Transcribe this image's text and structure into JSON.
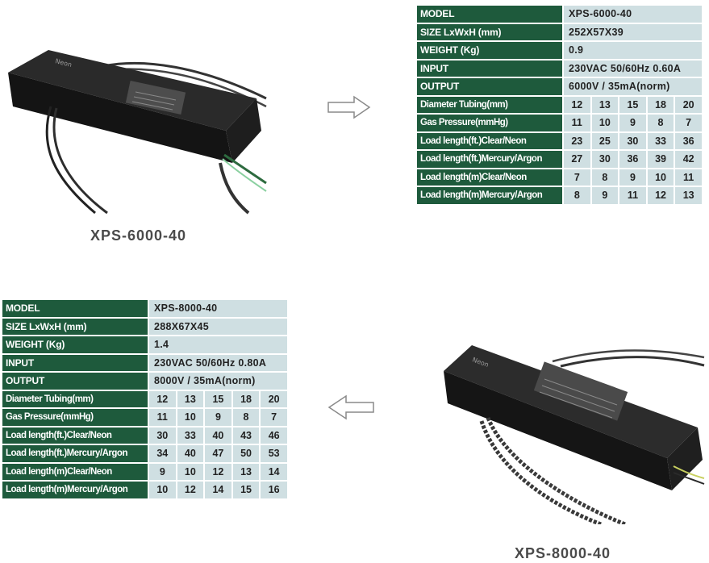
{
  "colors": {
    "label_bg": "#1e5a3c",
    "value_bg": "#cfdfe2",
    "caption": "#4a4a4a"
  },
  "products": [
    {
      "caption": "XPS-6000-40",
      "arrow_icon": "arrow-right-outline-icon",
      "specs": [
        {
          "label": "MODEL",
          "value": "XPS-6000-40"
        },
        {
          "label": "SIZE LxWxH (mm)",
          "value": "252X57X39"
        },
        {
          "label": "WEIGHT (Kg)",
          "value": "0.9"
        },
        {
          "label": "INPUT",
          "value": "230VAC 50/60Hz 0.60A"
        },
        {
          "label": "OUTPUT",
          "value": "6000V / 35mA(norm)"
        }
      ],
      "grid": [
        {
          "label": "Diameter Tubing(mm)",
          "values": [
            "12",
            "13",
            "15",
            "18",
            "20"
          ]
        },
        {
          "label": "Gas Pressure(mmHg)",
          "values": [
            "11",
            "10",
            "9",
            "8",
            "7"
          ]
        },
        {
          "label": "Load length(ft.)Clear/Neon",
          "values": [
            "23",
            "25",
            "30",
            "33",
            "36"
          ]
        },
        {
          "label": "Load length(ft.)Mercury/Argon",
          "values": [
            "27",
            "30",
            "36",
            "39",
            "42"
          ]
        },
        {
          "label": "Load length(m)Clear/Neon",
          "values": [
            "7",
            "8",
            "9",
            "10",
            "11"
          ]
        },
        {
          "label": "Load length(m)Mercury/Argon",
          "values": [
            "8",
            "9",
            "11",
            "12",
            "13"
          ]
        }
      ]
    },
    {
      "caption": "XPS-8000-40",
      "arrow_icon": "arrow-left-outline-icon",
      "specs": [
        {
          "label": "MODEL",
          "value": "XPS-8000-40"
        },
        {
          "label": "SIZE LxWxH (mm)",
          "value": "288X67X45"
        },
        {
          "label": "WEIGHT (Kg)",
          "value": "1.4"
        },
        {
          "label": "INPUT",
          "value": "230VAC 50/60Hz 0.80A"
        },
        {
          "label": "OUTPUT",
          "value": "8000V / 35mA(norm)"
        }
      ],
      "grid": [
        {
          "label": "Diameter Tubing(mm)",
          "values": [
            "12",
            "13",
            "15",
            "18",
            "20"
          ]
        },
        {
          "label": "Gas Pressure(mmHg)",
          "values": [
            "11",
            "10",
            "9",
            "8",
            "7"
          ]
        },
        {
          "label": "Load length(ft.)Clear/Neon",
          "values": [
            "30",
            "33",
            "40",
            "43",
            "46"
          ]
        },
        {
          "label": "Load length(ft.)Mercury/Argon",
          "values": [
            "34",
            "40",
            "47",
            "50",
            "53"
          ]
        },
        {
          "label": "Load length(m)Clear/Neon",
          "values": [
            "9",
            "10",
            "12",
            "13",
            "14"
          ]
        },
        {
          "label": "Load length(m)Mercury/Argon",
          "values": [
            "10",
            "12",
            "14",
            "15",
            "16"
          ]
        }
      ]
    }
  ]
}
